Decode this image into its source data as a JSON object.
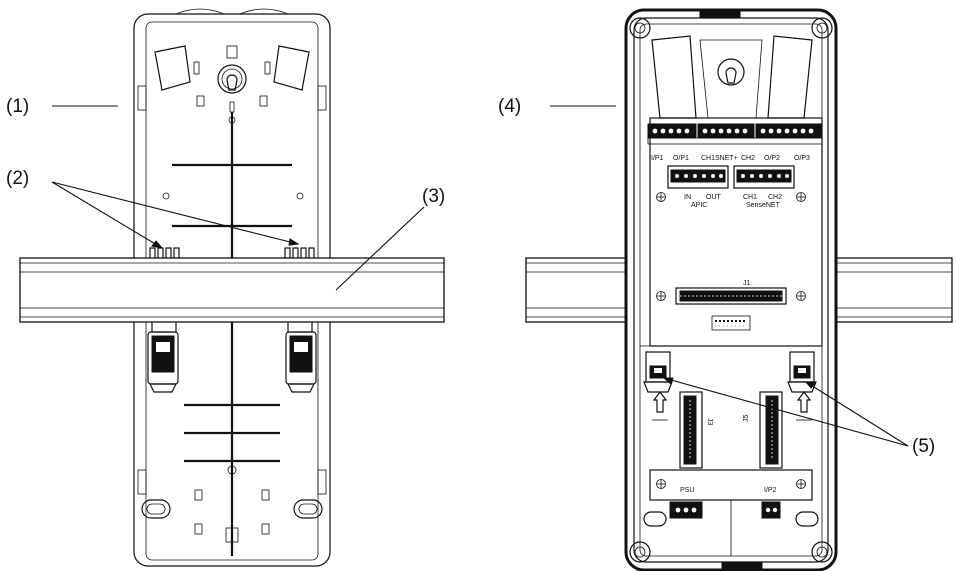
{
  "callouts": {
    "c1": "(1)",
    "c2": "(2)",
    "c3": "(3)",
    "c4": "(4)",
    "c5": "(5)"
  },
  "board_labels": {
    "ip1": "I/P1",
    "op1": "O/P1",
    "ch1snet": "CH1SNET+",
    "ch2": "CH2",
    "op2": "O/P2",
    "op3": "O/P3",
    "in": "IN",
    "out": "OUT",
    "apic": "APIC",
    "ch1_lower": "CH1",
    "ch2_lower": "CH2",
    "sensenet": "SenseNET",
    "j1": "J1",
    "j3": "J3",
    "j5": "J5",
    "psu": "PSU",
    "ip2": "I/P2"
  }
}
